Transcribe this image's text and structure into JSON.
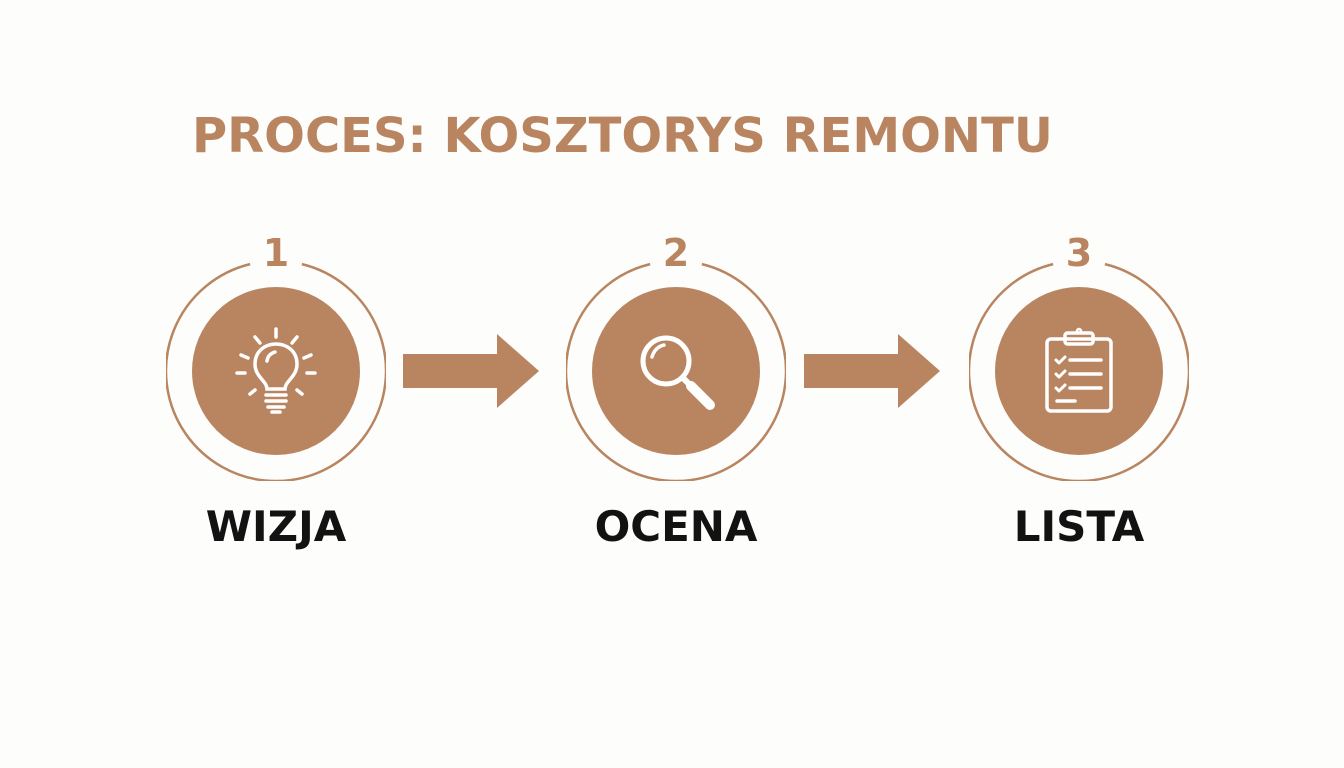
{
  "title": "PROCES: KOSZTORYS REMONTU",
  "accent_color": "#b98561",
  "steps": [
    {
      "number": "1",
      "label": "WIZJA",
      "icon": "lightbulb-icon"
    },
    {
      "number": "2",
      "label": "OCENA",
      "icon": "magnifier-icon"
    },
    {
      "number": "3",
      "label": "LISTA",
      "icon": "clipboard-checklist-icon"
    }
  ]
}
